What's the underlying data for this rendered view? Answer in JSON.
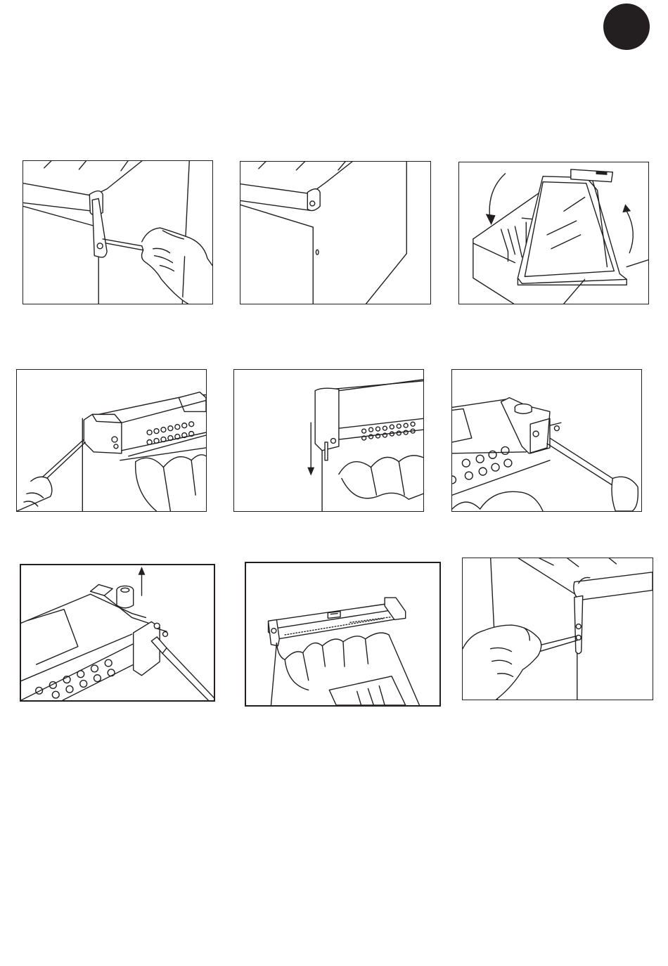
{
  "page": {
    "badge_color": "#231f20",
    "background": "#ffffff"
  },
  "figures": [
    {
      "id": "fig-1",
      "depicts": "hinge-bolt-removal-with-hex-key"
    },
    {
      "id": "fig-2",
      "depicts": "hinge-removed-side-view"
    },
    {
      "id": "fig-3",
      "depicts": "lid-lifted-and-rotated"
    },
    {
      "id": "fig-4",
      "depicts": "screwdriver-on-control-panel-end-cap"
    },
    {
      "id": "fig-5",
      "depicts": "end-cap-slid-down"
    },
    {
      "id": "fig-6",
      "depicts": "screwdriver-on-opposite-end-cap-pin"
    },
    {
      "id": "fig-7",
      "depicts": "thermostat-knob-pulled-up"
    },
    {
      "id": "fig-8",
      "depicts": "control-panel-reassembled-opposite-side"
    },
    {
      "id": "fig-9",
      "depicts": "hinge-refitted-with-hex-key"
    }
  ]
}
